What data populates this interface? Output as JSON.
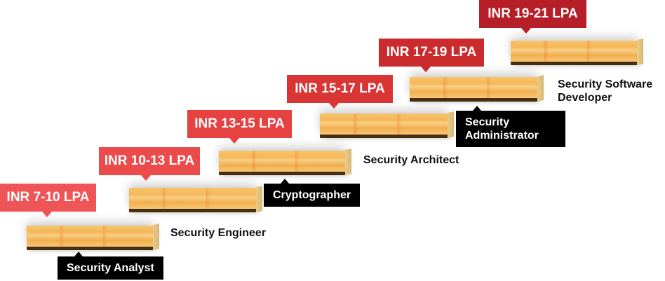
{
  "steps": [
    {
      "salary": "INR 7-10 LPA",
      "role": "Security Analyst",
      "salary_color": "#ef5556",
      "role_style": "dark"
    },
    {
      "salary": "INR 10-13 LPA",
      "role": "Security Engineer",
      "salary_color": "#ec4b4b",
      "role_style": "light"
    },
    {
      "salary": "INR 13-15 LPA",
      "role": "Cryptographer",
      "salary_color": "#e64242",
      "role_style": "dark"
    },
    {
      "salary": "INR 15-17 LPA",
      "role": "Security Architect",
      "salary_color": "#d93535",
      "role_style": "light"
    },
    {
      "salary": "INR 17-19 LPA",
      "role": "Security Administrator",
      "salary_color": "#cc2b2d",
      "role_style": "dark"
    },
    {
      "salary": "INR 19-21 LPA",
      "role": "Security Software Developer",
      "salary_color": "#b71f28",
      "role_style": "light"
    }
  ]
}
